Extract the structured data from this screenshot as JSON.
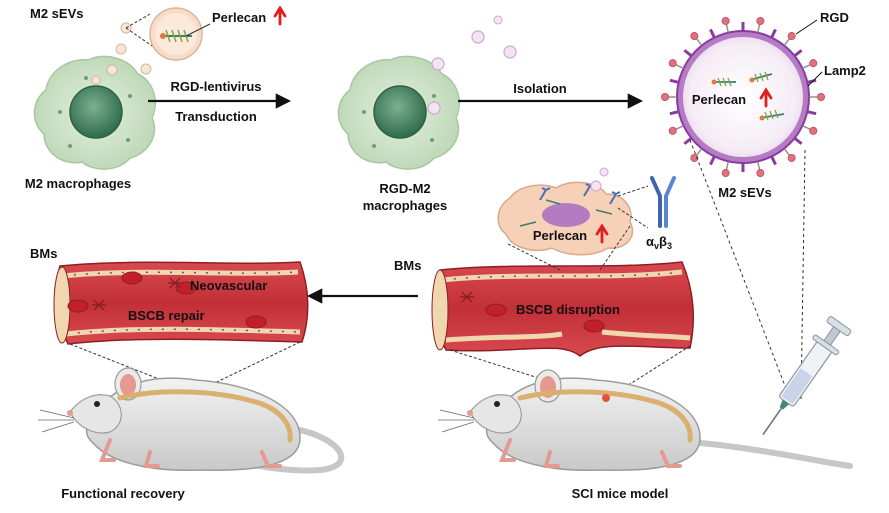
{
  "labels": {
    "m2_sevs_top": "M2 sEVs",
    "perlecan_top": "Perlecan",
    "rgd_lentivirus": "RGD-lentivirus",
    "transduction": "Transduction",
    "isolation": "Isolation",
    "m2_macrophages": "M2 macrophages",
    "rgd_m2_line1": "RGD-M2",
    "rgd_m2_line2": "macrophages",
    "rgd": "RGD",
    "lamp2": "Lamp2",
    "perlecan_vesicle": "Perlecan",
    "m2_sevs_right": "M2 sEVs",
    "perlecan_cell": "Perlecan",
    "integrin_alpha": "α",
    "integrin_alpha_sub": "v",
    "integrin_beta": "β",
    "integrin_beta_sub": "3",
    "bms_left": "BMs",
    "bms_right": "BMs",
    "neovascular": "Neovascular",
    "bscb_repair": "BSCB repair",
    "bscb_disruption": "BSCB disruption",
    "functional_recovery": "Functional recovery",
    "sci_model": "SCI mice model",
    "up_arrow": "🠕"
  },
  "colors": {
    "cell_fill": "#cfe3c9",
    "cell_edge": "#a8c7a0",
    "nucleus": "#4f8a6a",
    "vessel_wall": "#c8343c",
    "vessel_inner": "#e05558",
    "membrane_tan": "#f0d7b0",
    "vesicle_purple": "#8a3aa0",
    "vesicle_pink": "#e3707f",
    "perlecan_arrow": "#e01e1e",
    "mouse_body": "#e2e2e2",
    "mouse_pink": "#e59a91",
    "spinal_cord": "#d9b070"
  }
}
